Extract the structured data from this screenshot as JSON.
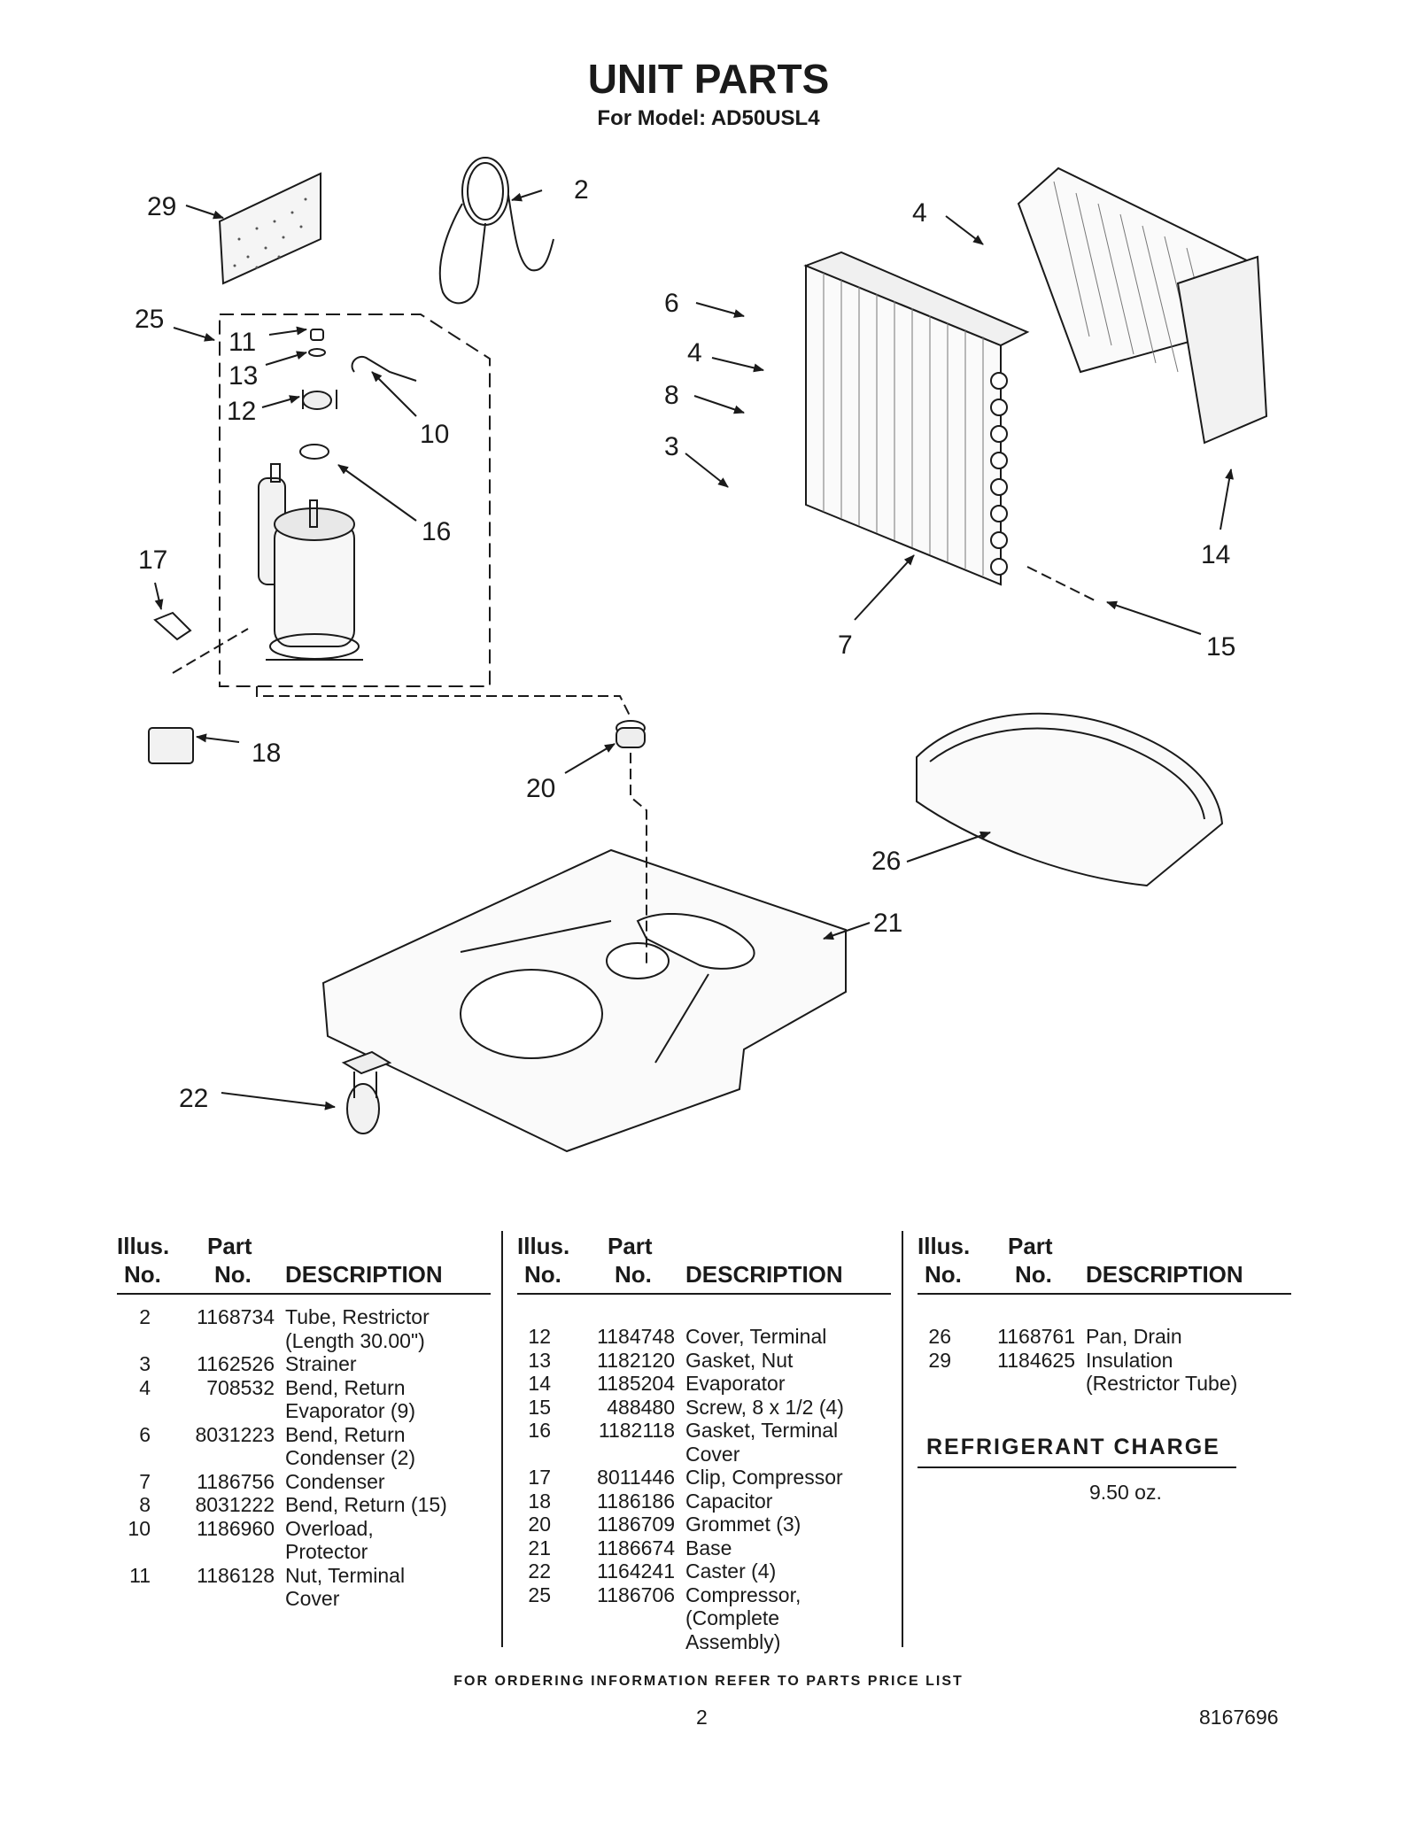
{
  "header": {
    "title": "UNIT PARTS",
    "subtitle": "For Model: AD50USL4"
  },
  "diagram": {
    "callouts": [
      "29",
      "2",
      "4",
      "25",
      "11",
      "13",
      "12",
      "10",
      "6",
      "4",
      "8",
      "3",
      "16",
      "17",
      "14",
      "7",
      "15",
      "18",
      "20",
      "26",
      "21",
      "22"
    ]
  },
  "table": {
    "headers": {
      "illus_line1": "Illus.",
      "illus_line2": "No.",
      "part_line1": "Part",
      "part_line2": "No.",
      "description": "DESCRIPTION"
    },
    "columns": [
      [
        {
          "illus": "2",
          "part": "1168734",
          "desc": [
            "Tube, Restrictor",
            "(Length 30.00\")"
          ]
        },
        {
          "illus": "3",
          "part": "1162526",
          "desc": [
            "Strainer"
          ]
        },
        {
          "illus": "4",
          "part": "708532",
          "desc": [
            "Bend, Return",
            "Evaporator (9)"
          ]
        },
        {
          "illus": "6",
          "part": "8031223",
          "desc": [
            "Bend, Return",
            "Condenser (2)"
          ]
        },
        {
          "illus": "7",
          "part": "1186756",
          "desc": [
            "Condenser"
          ]
        },
        {
          "illus": "8",
          "part": "8031222",
          "desc": [
            "Bend, Return (15)"
          ]
        },
        {
          "illus": "10",
          "part": "1186960",
          "desc": [
            "Overload,",
            "Protector"
          ]
        },
        {
          "illus": "11",
          "part": "1186128",
          "desc": [
            "Nut, Terminal",
            "Cover"
          ]
        }
      ],
      [
        {
          "illus": "12",
          "part": "1184748",
          "desc": [
            "Cover, Terminal"
          ]
        },
        {
          "illus": "13",
          "part": "1182120",
          "desc": [
            "Gasket, Nut"
          ]
        },
        {
          "illus": "14",
          "part": "1185204",
          "desc": [
            "Evaporator"
          ]
        },
        {
          "illus": "15",
          "part": "488480",
          "desc": [
            "Screw, 8 x 1/2 (4)"
          ]
        },
        {
          "illus": "16",
          "part": "1182118",
          "desc": [
            "Gasket, Terminal",
            "Cover"
          ]
        },
        {
          "illus": "17",
          "part": "8011446",
          "desc": [
            "Clip, Compressor"
          ]
        },
        {
          "illus": "18",
          "part": "1186186",
          "desc": [
            "Capacitor"
          ]
        },
        {
          "illus": "20",
          "part": "1186709",
          "desc": [
            "Grommet (3)"
          ]
        },
        {
          "illus": "21",
          "part": "1186674",
          "desc": [
            "Base"
          ]
        },
        {
          "illus": "22",
          "part": "1164241",
          "desc": [
            "Caster (4)"
          ]
        },
        {
          "illus": "25",
          "part": "1186706",
          "desc": [
            "Compressor,",
            "(Complete",
            "Assembly)"
          ]
        }
      ],
      [
        {
          "illus": "26",
          "part": "1168761",
          "desc": [
            "Pan, Drain"
          ]
        },
        {
          "illus": "29",
          "part": "1184625",
          "desc": [
            "Insulation",
            "(Restrictor Tube)"
          ]
        }
      ]
    ]
  },
  "refrigerant": {
    "title": "REFRIGERANT CHARGE",
    "value": "9.50 oz."
  },
  "footer": {
    "note": "FOR ORDERING INFORMATION REFER TO PARTS PRICE LIST",
    "page": "2",
    "doc_number": "8167696"
  }
}
